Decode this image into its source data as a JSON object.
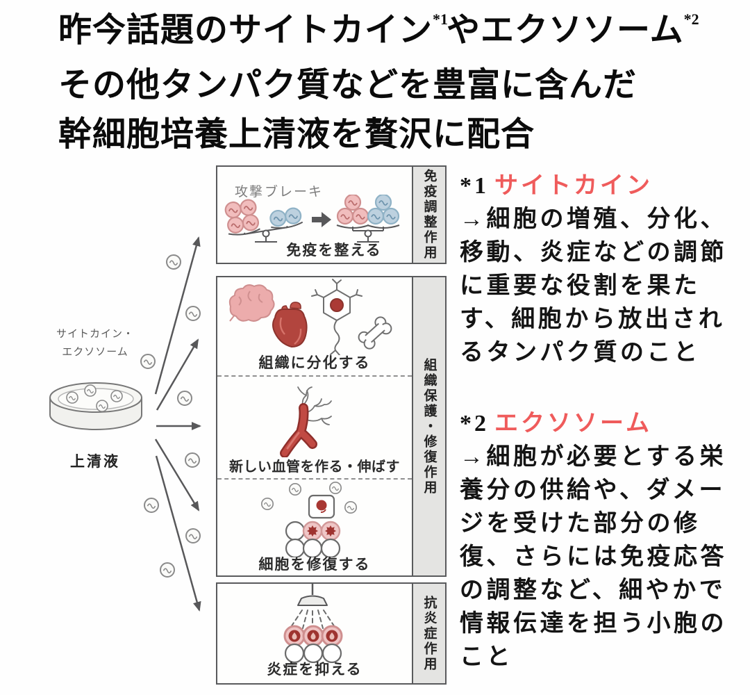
{
  "colors": {
    "accent": "#ef5b5b",
    "box_border": "#595a5c",
    "strip_bg": "#e4e4e2"
  },
  "headline": {
    "line1_a": "昨今話題のサイトカイン",
    "sup1": "*1",
    "line1_b": "やエクソソーム",
    "sup2": "*2",
    "line2": "その他タンパク質などを豊富に含んだ",
    "line3": "幹細胞培養上清液を贅沢に配合"
  },
  "diagram": {
    "source": {
      "label_top": "サイトカイン・\nエクソソーム",
      "label_bottom": "上清液"
    },
    "boxes": [
      {
        "side_label": "免疫調整作用",
        "attack_label": "攻撃",
        "brake_label": "ブレーキ",
        "caption": "免疫を整える"
      },
      {
        "side_label": "組織保護・修復作用",
        "sections": [
          {
            "caption": "組織に分化する"
          },
          {
            "caption": "新しい血管を作る・伸ばす"
          },
          {
            "caption": "細胞を修復する"
          }
        ]
      },
      {
        "side_label": "抗炎症作用",
        "caption": "炎症を抑える"
      }
    ]
  },
  "footnotes": [
    {
      "marker": "*1",
      "term": "サイトカイン",
      "body": "→細胞の増殖、分化、\n移動、炎症などの調節\nに重要な役割を果た\nす、細胞から放出され\nるタンパク質のこと"
    },
    {
      "marker": "*2",
      "term": "エクソソーム",
      "body": "→細胞が必要とする栄\n養分の供給や、ダメー\nジを受けた部分の修\n復、さらには免疫応答\nの調整など、細やかで\n情報伝達を担う小胞の\nこと"
    }
  ]
}
